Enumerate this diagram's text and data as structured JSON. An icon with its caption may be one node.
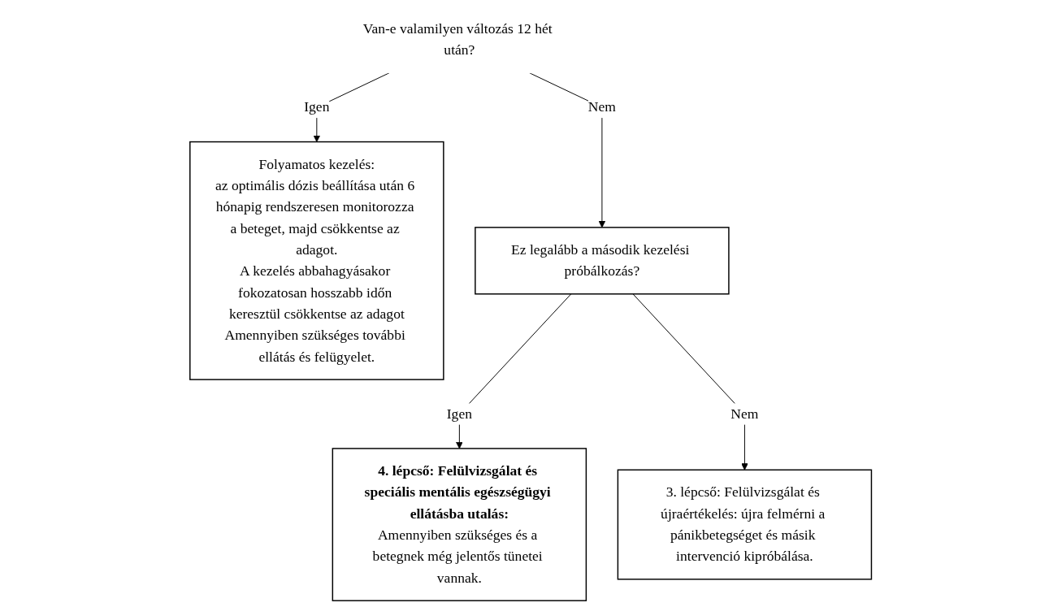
{
  "diagram": {
    "nodes": [
      {
        "text": [
          "Van-e valamilyen változás 12 hét után?"
        ]
      },
      {
        "text": [
          "Folyamatos kezelés:",
          "az optimális dózis beállítása után 6 hónapig rendszeresen monitorozza a beteget, majd csökkentse az adagot.",
          "A kezelés abbahagyásakor fokozatosan hosszabb időn keresztül csökkentse az adagot",
          "Amennyiben szükséges további ellátás és felügyelet."
        ]
      },
      {
        "text": [
          "Ez legalább a második kezelési próbálkozás?"
        ]
      },
      {
        "text": [
          "4. lépcső: Felülvizsgálat és speciális mentális egészségügyi ellátásba utalás:",
          "Amennyiben szükséges és a betegnek még jelentős tünetei vannak."
        ]
      },
      {
        "text": [
          "3. lépcső: Felülvizsgálat és újraértékelés: újra felmérni a pánikbetegséget és másik intervenció kipróbálása."
        ]
      }
    ],
    "edges": [
      {
        "from": 0,
        "to": 1,
        "arrow": "to",
        "label": "Igen"
      },
      {
        "from": 0,
        "to": 2,
        "arrow": "to",
        "label": "Nem"
      },
      {
        "from": 2,
        "to": 3,
        "arrow": "to",
        "label": "Igen"
      },
      {
        "from": 2,
        "to": 4,
        "arrow": "to",
        "label": "Nem"
      }
    ]
  }
}
